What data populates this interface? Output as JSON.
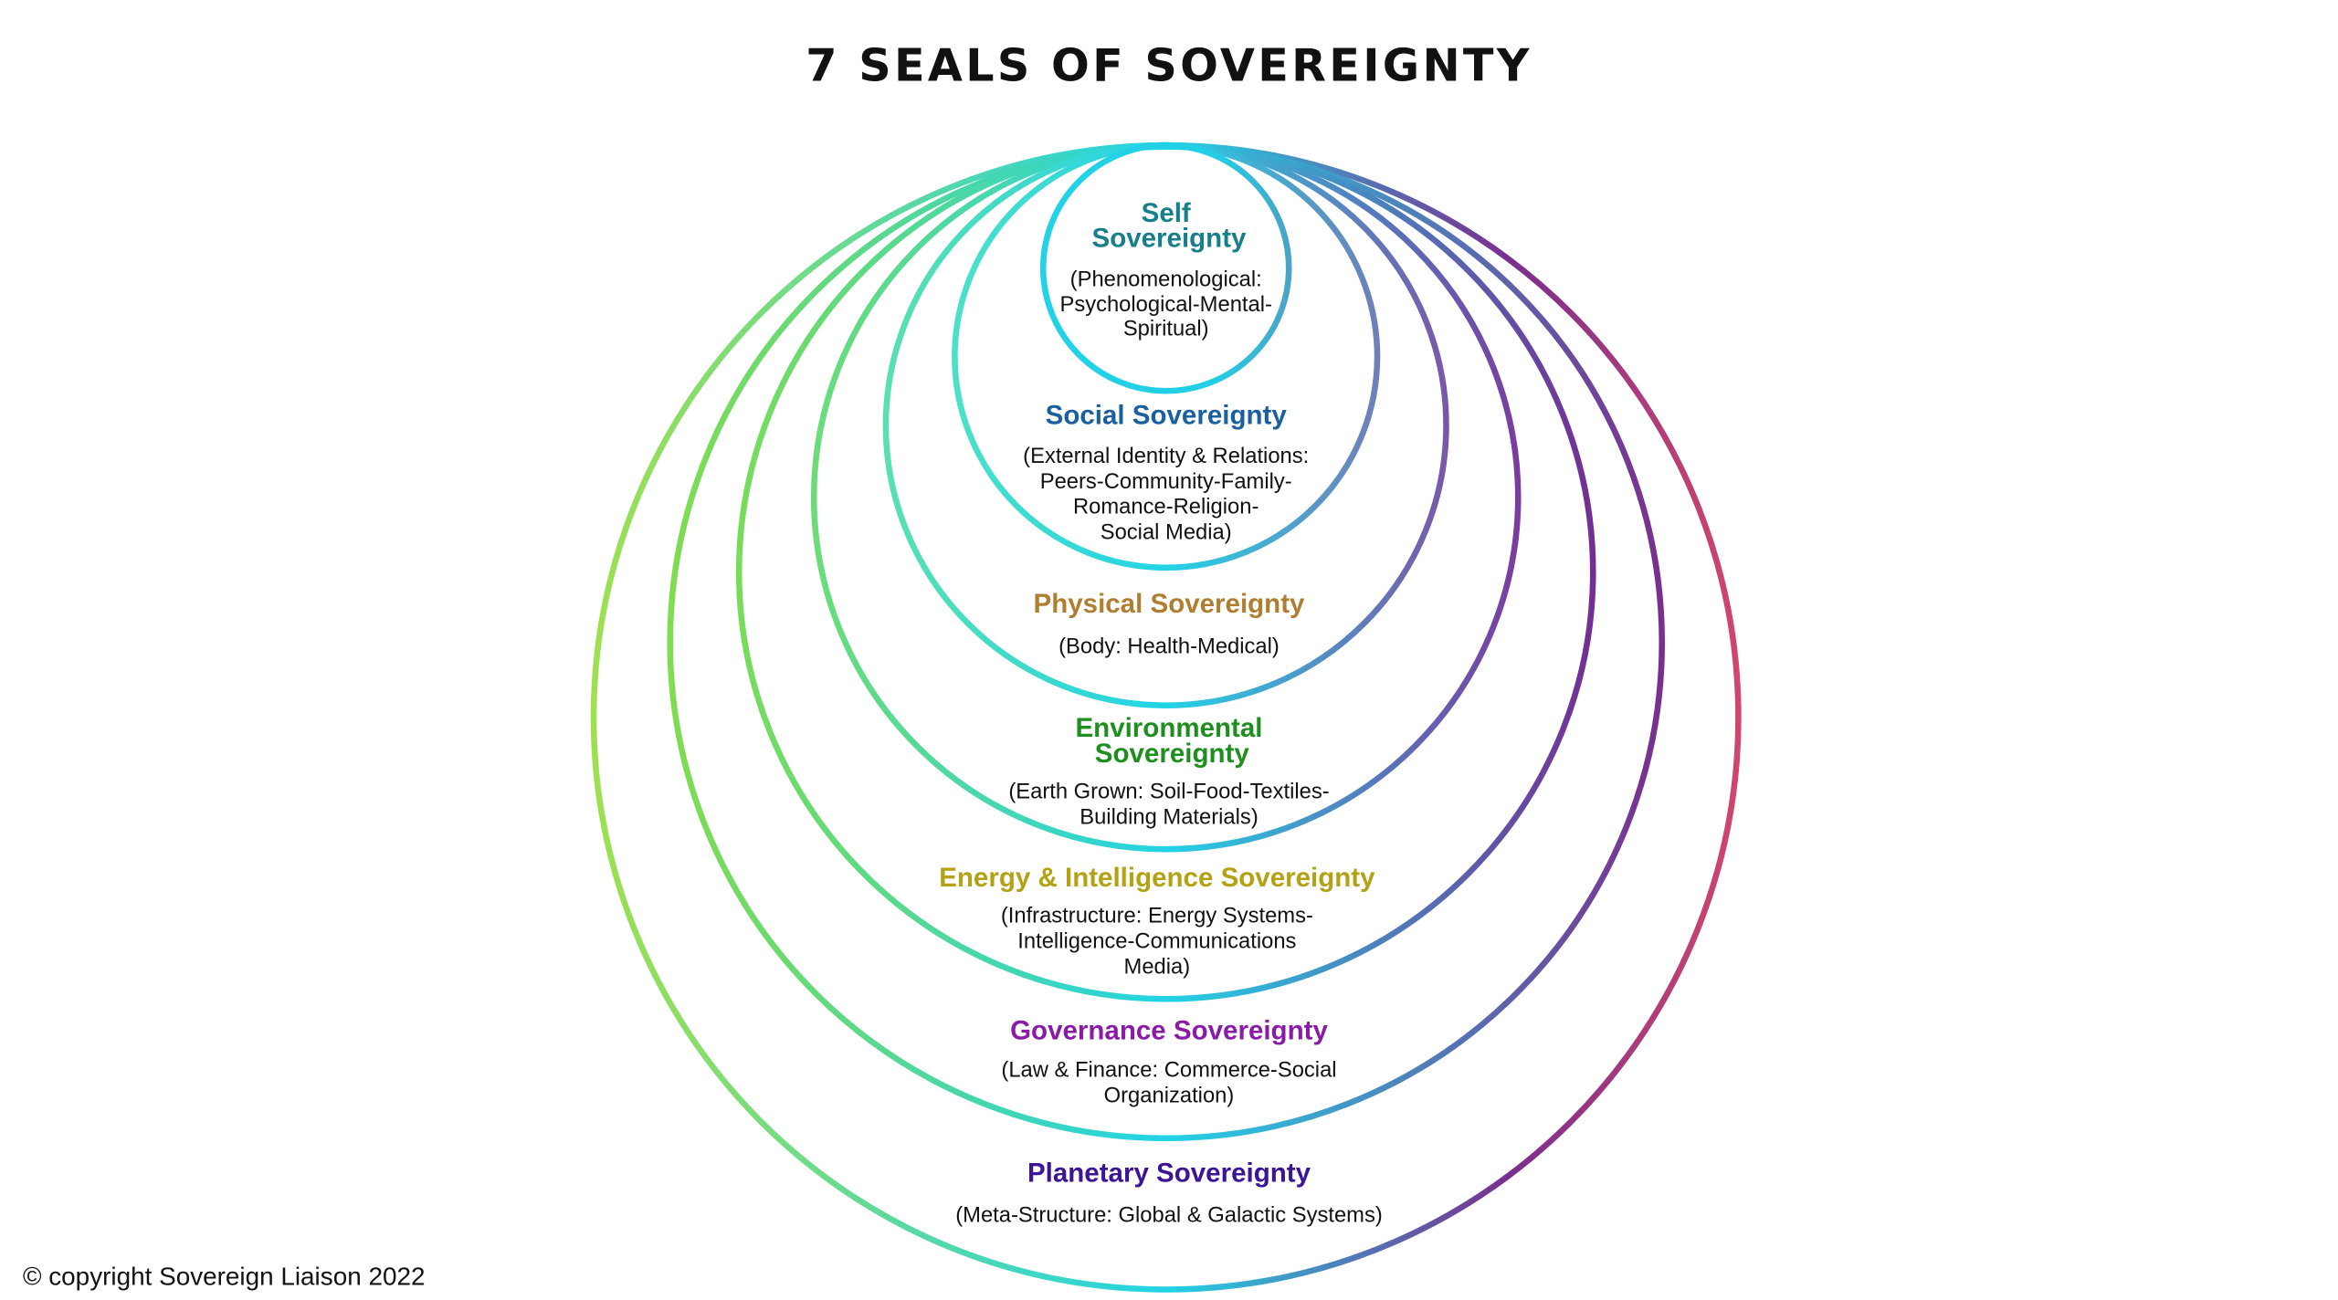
{
  "title": "7 SEALS OF SOVEREIGNTY",
  "copyright": "© copyright Sovereign Liaison 2022",
  "seals": [
    {
      "name_lines": [
        "Self",
        "Sovereignty"
      ],
      "desc_lines": [
        "(Phenomenological:",
        "Psychological-Mental-",
        "Spiritual)"
      ],
      "color": "#167f8a"
    },
    {
      "name_lines": [
        "Social Sovereignty"
      ],
      "desc_lines": [
        "(External Identity & Relations:",
        "Peers-Community-Family-",
        "Romance-Religion-",
        "Social Media)"
      ],
      "color": "#1a5fa0"
    },
    {
      "name_lines": [
        "Physical Sovereignty"
      ],
      "desc_lines": [
        "(Body: Health-Medical)"
      ],
      "color": "#b07e30"
    },
    {
      "name_lines": [
        "Environmental",
        "Sovereignty"
      ],
      "desc_lines": [
        "(Earth Grown: Soil-Food-Textiles-",
        "Building Materials)"
      ],
      "color": "#1e8f1e"
    },
    {
      "name_lines": [
        "Energy & Intelligence Sovereignty"
      ],
      "desc_lines": [
        "(Infrastructure: Energy Systems-",
        "Intelligence-Communications",
        "Media)"
      ],
      "color": "#b3a214"
    },
    {
      "name_lines": [
        "Governance Sovereignty"
      ],
      "desc_lines": [
        "(Law & Finance: Commerce-Social",
        "Organization)"
      ],
      "color": "#8a1aa8"
    },
    {
      "name_lines": [
        "Planetary Sovereignty"
      ],
      "desc_lines": [
        "(Meta-Structure: Global & Galactic Systems)"
      ],
      "color": "#3c1496"
    }
  ]
}
